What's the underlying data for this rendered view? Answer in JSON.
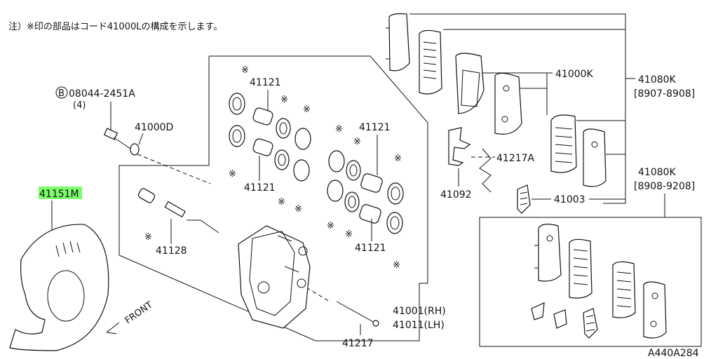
{
  "note": "注）※印の部品はコード41000Lの構成を示します。",
  "labels": {
    "bolt_code": "08044-2451A",
    "bolt_qty": "(4)",
    "bolt_marker": "B",
    "p41000D": "41000D",
    "p41121_a": "41121",
    "p41121_b": "41121",
    "p41121_c": "41121",
    "p41121_d": "41121",
    "p41128": "41128",
    "p41151M": "41151M",
    "p41000K": "41000K",
    "p41217A": "41217A",
    "p41092": "41092",
    "p41003": "41003",
    "p41080K_a": "41080K",
    "p41080K_a_range": "[8907-8908]",
    "p41080K_b": "41080K",
    "p41080K_b_range": "[8908-9208]",
    "p41001": "41001(RH)",
    "p41011": "41011(LH)",
    "p41217": "41217",
    "front": "FRONT",
    "diagram_code": "A440A284"
  },
  "highlight_color": "#7CFC6A",
  "asterisk": "※"
}
